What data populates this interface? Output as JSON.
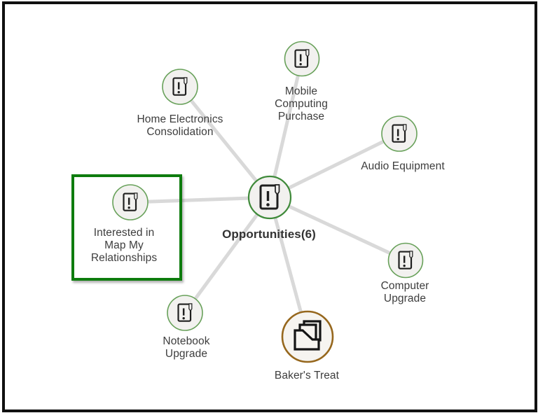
{
  "graph": {
    "type": "relationship-map",
    "center": {
      "label": "Opportunities(6)",
      "icon": "opportunity-icon",
      "count": 6
    },
    "satellites": [
      {
        "label": "Mobile\nComputing\nPurchase",
        "icon": "opportunity-icon",
        "selected": false
      },
      {
        "label": "Home Electronics\nConsolidation",
        "icon": "opportunity-icon",
        "selected": false
      },
      {
        "label": "Audio Equipment",
        "icon": "opportunity-icon",
        "selected": false
      },
      {
        "label": "Interested in\nMap My\nRelationships",
        "icon": "opportunity-icon",
        "selected": true
      },
      {
        "label": "Computer\nUpgrade",
        "icon": "opportunity-icon",
        "selected": false
      },
      {
        "label": "Notebook\nUpgrade",
        "icon": "opportunity-icon",
        "selected": false
      },
      {
        "label": "Baker's Treat",
        "icon": "account-folder-icon",
        "selected": false
      }
    ],
    "edge_count": 7,
    "colors": {
      "edge": "#d9d9d9",
      "node_fill": "#f2f1ef",
      "satellite_border": "#68a15a",
      "center_border": "#3f8a3a",
      "account_border": "#96671d",
      "selection_box": "#0e7c0e",
      "icon_stroke": "#1f1f1f",
      "label_text": "#3d3d3d",
      "frame": "#101010",
      "background": "#ffffff"
    }
  }
}
